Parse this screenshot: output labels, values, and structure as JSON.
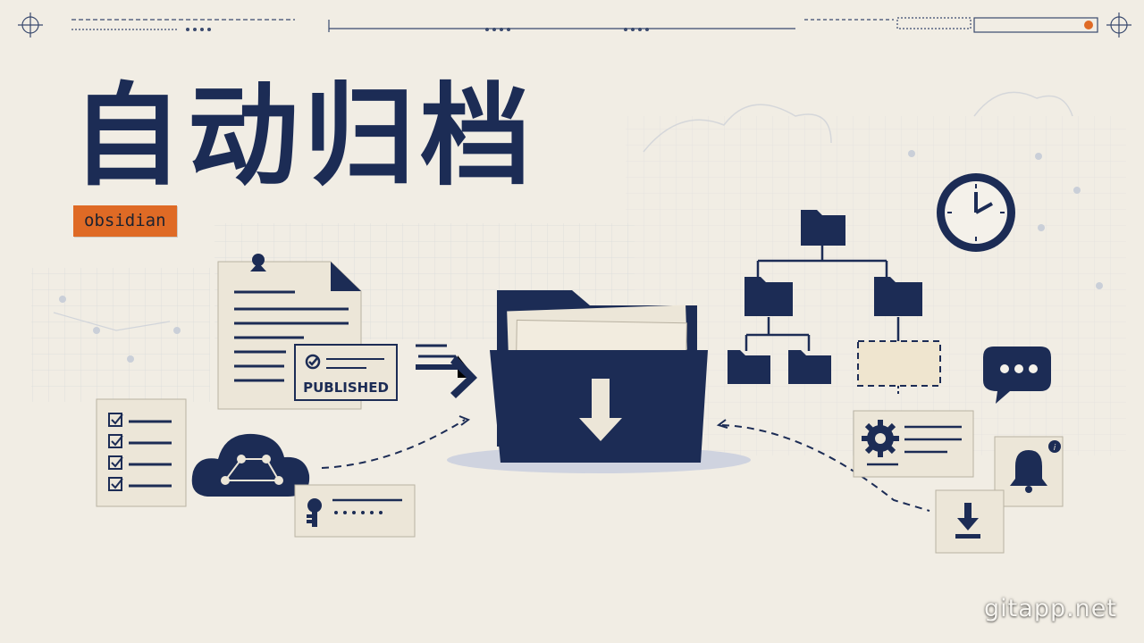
{
  "headline": "自动归档",
  "tag": "obsidian",
  "published_stamp": "PUBLISHED",
  "watermark": "gitapp.net",
  "colors": {
    "ink": "#1c2c55",
    "paper": "#f1ede4",
    "card": "#ece6d8",
    "accent": "#df6a25"
  },
  "icons": [
    "pin-icon",
    "check-circle-icon",
    "arrow-right-icon",
    "checklist-icon",
    "cloud-network-icon",
    "key-icon",
    "folder-download-icon",
    "folder-tree-icon",
    "clock-icon",
    "chat-bubble-icon",
    "gear-icon",
    "bell-icon",
    "download-icon"
  ]
}
